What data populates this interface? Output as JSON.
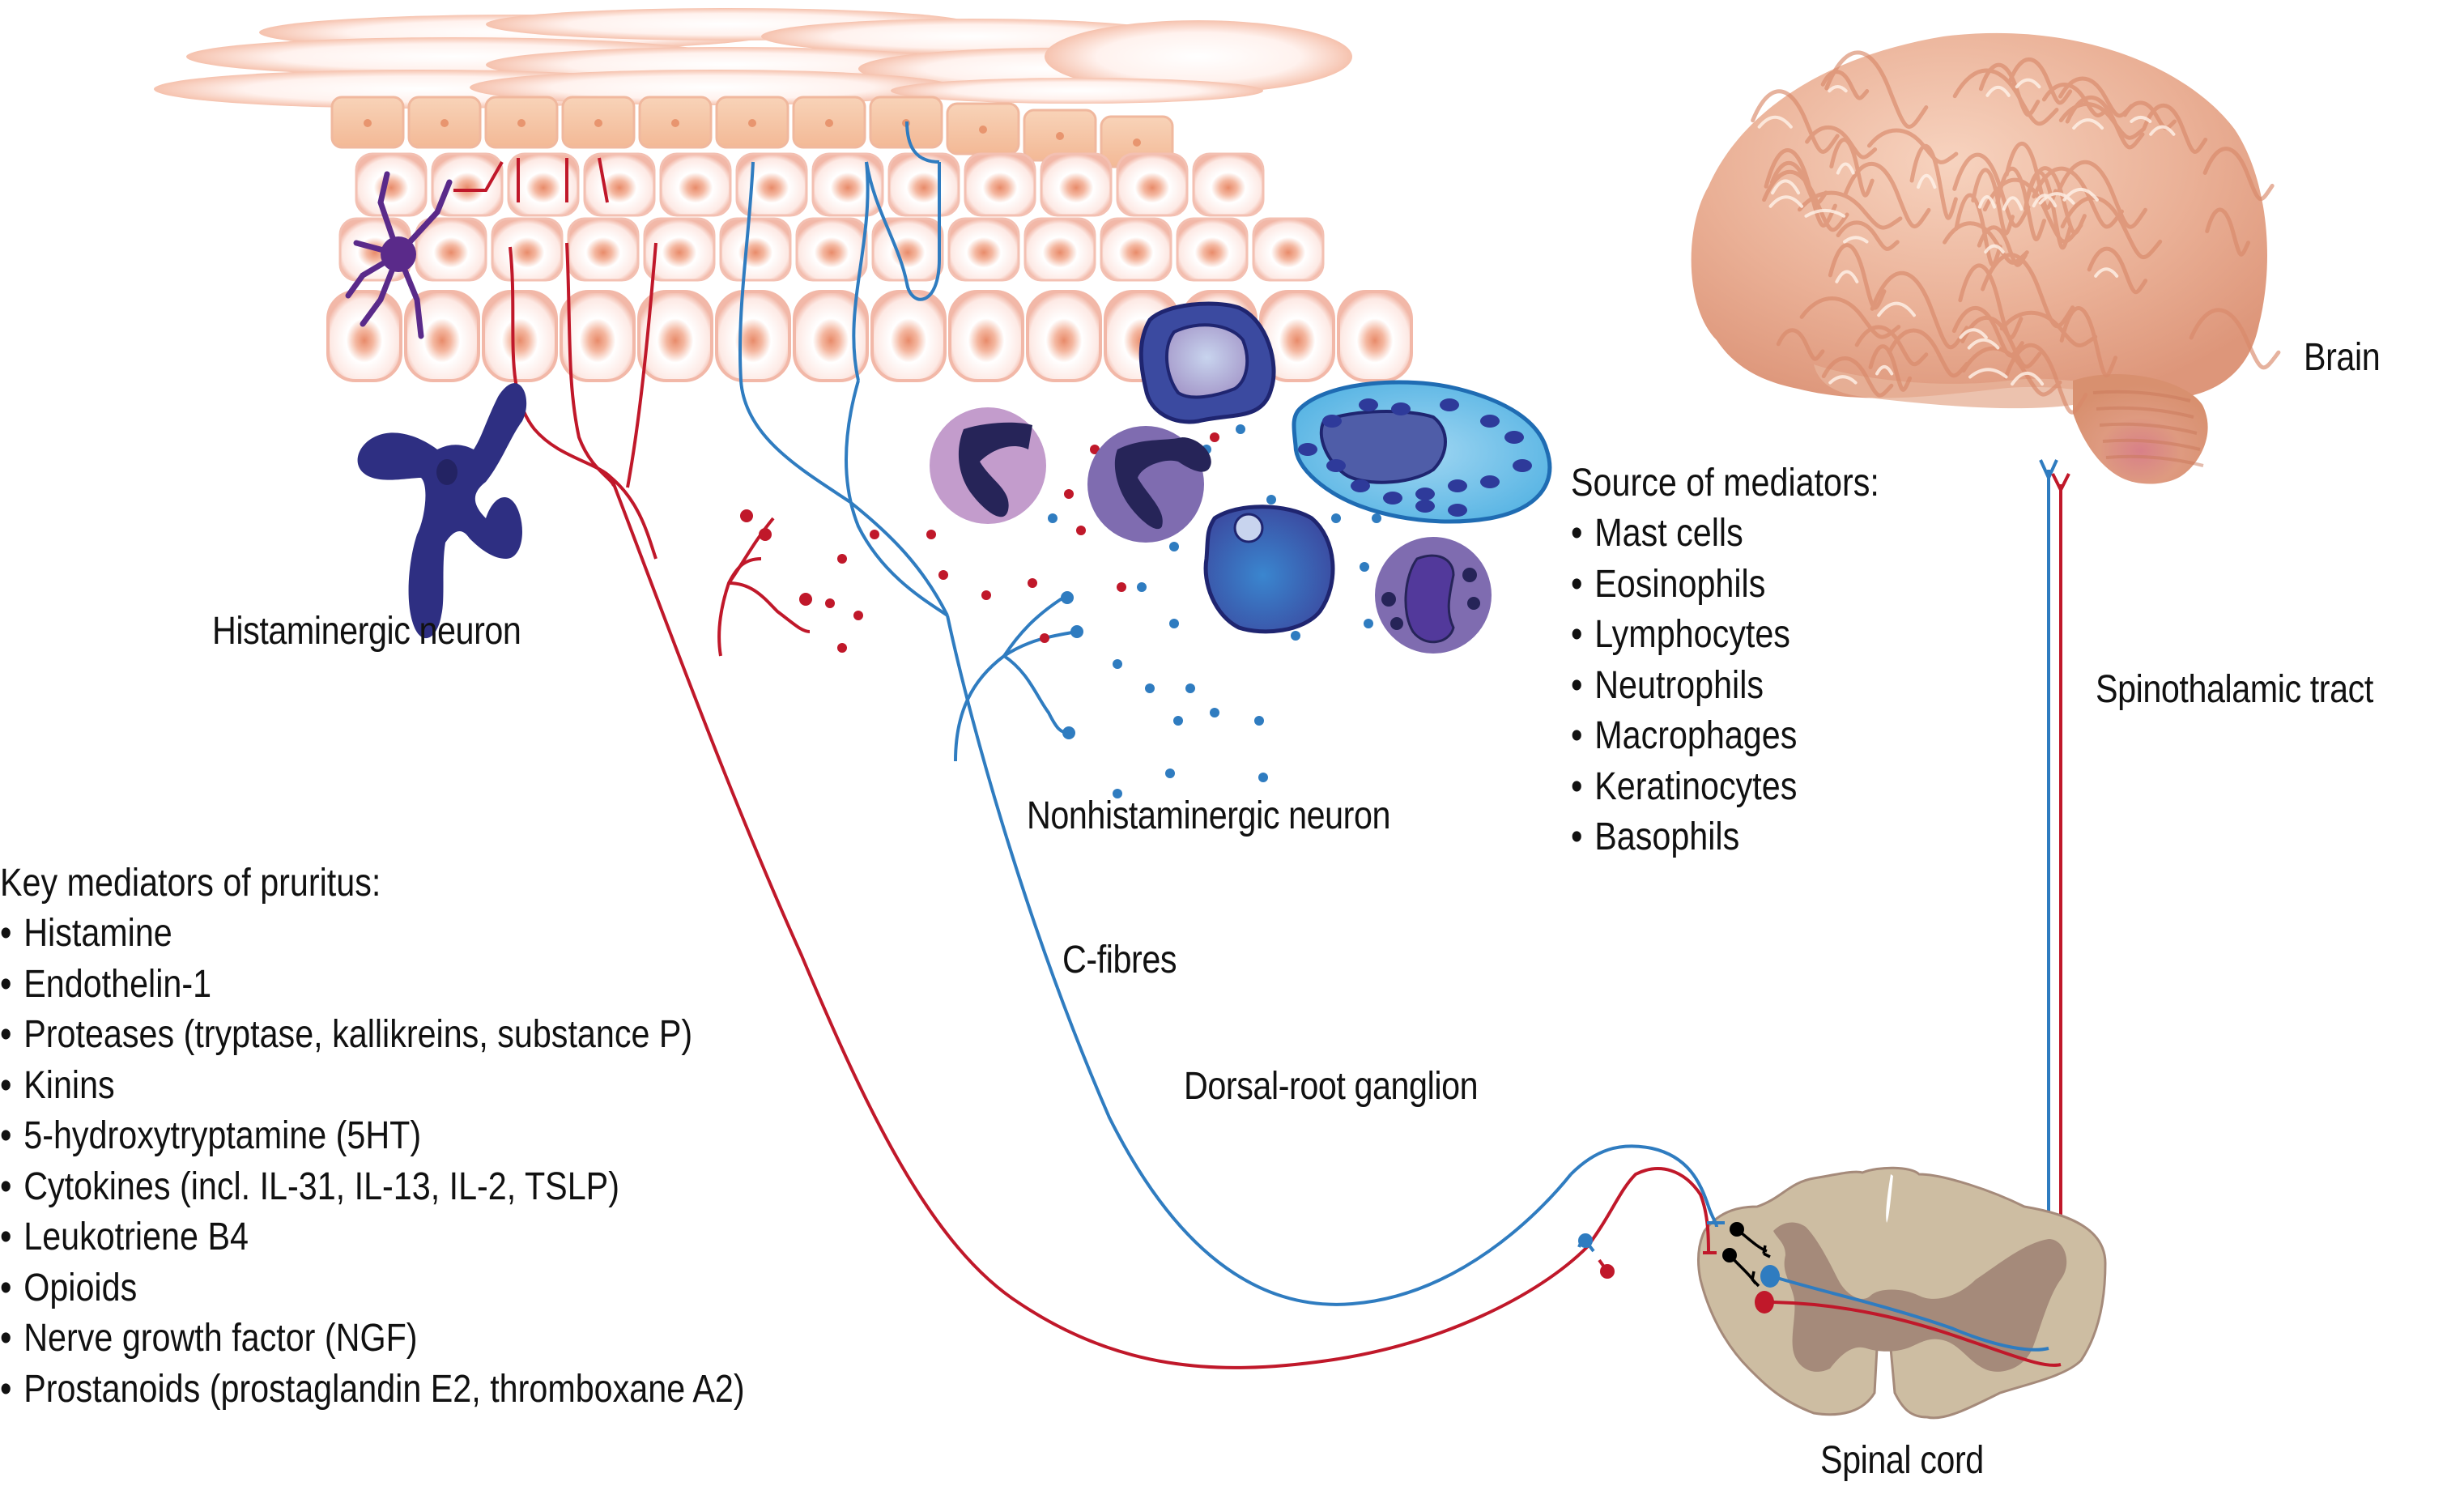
{
  "title": "Pathophysiology of pruritus: itch signalling pathway",
  "labels": {
    "histaminergic_neuron": "Histaminergic neuron",
    "nonhistaminergic_neuron": "Nonhistaminergic neuron",
    "c_fibres": "C-fibres",
    "dorsal_root_ganglion": "Dorsal-root ganglion",
    "spinal_cord": "Spinal cord",
    "brain": "Brain",
    "spinothalamic_tract": "Spinothalamic tract"
  },
  "key_mediators": {
    "heading": "Key mediators of pruritus:",
    "items": [
      "Histamine",
      "Endothelin-1",
      "Proteases (tryptase, kallikreins, substance P)",
      "Kinins",
      "5-hydroxytryptamine (5HT)",
      "Cytokines (incl. IL-31, IL-13, IL-2, TSLP)",
      "Leukotriene B4",
      "Opioids",
      "Nerve growth factor (NGF)",
      "Prostanoids (prostaglandin E2, thromboxane A2)"
    ]
  },
  "source_of_mediators": {
    "heading": "Source of mediators:",
    "items": [
      "Mast cells",
      "Eosinophils",
      "Lymphocytes",
      "Neutrophils",
      "Macrophages",
      "Keratinocytes",
      "Basophils"
    ]
  },
  "colors": {
    "histaminergic_fibre": "#c0182a",
    "nonhistaminergic_fibre": "#2f7cc0",
    "skin_cell": "#f2b8a8",
    "skin_nucleus": "#e88b6a",
    "spinal_white_matter": "#cdbda2",
    "spinal_grey_matter": "#a58a7a",
    "brain": "#e6a78a",
    "mast_cell_blue": "#2f3a8f"
  }
}
